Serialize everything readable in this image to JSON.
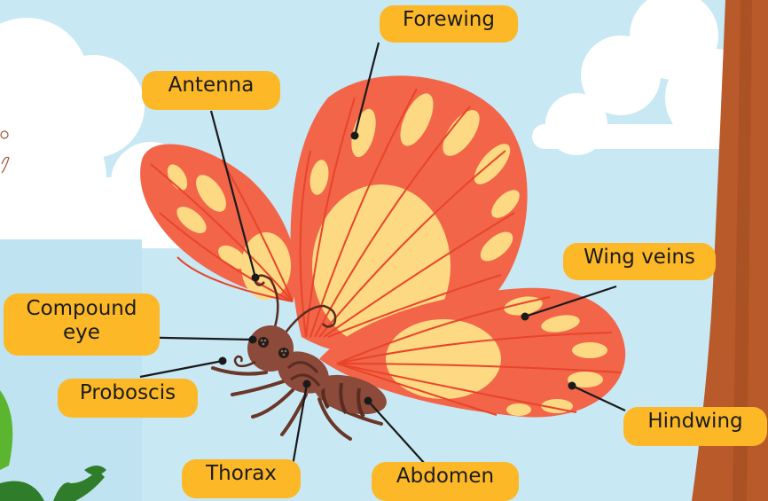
{
  "diagram": {
    "labels": {
      "forewing": "Forewing",
      "antenna": "Antenna",
      "wing_veins": "Wing veins",
      "compound_eye_line1": "Compound",
      "compound_eye_line2": "eye",
      "proboscis": "Proboscis",
      "hindwing": "Hindwing",
      "thorax": "Thorax",
      "abdomen": "Abdomen"
    }
  },
  "colors": {
    "sky": "#c8e8f4",
    "cloud": "#ffffff",
    "label_fill": "#fcb827",
    "wing": "#f26549",
    "wing_spots": "#fdd983",
    "veins": "#e8452a",
    "body": "#8b4a3a",
    "tree": "#b85a2a",
    "leaf": "#5bb52e"
  }
}
